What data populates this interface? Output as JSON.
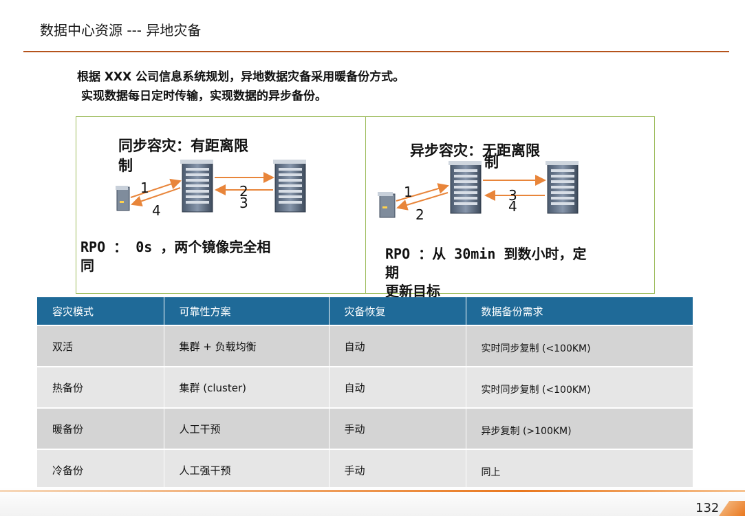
{
  "header": {
    "title": "数据中心资源 --- 异地灾备"
  },
  "intro": {
    "line1": "根据 XXX 公司信息系统规划，异地数据灾备采用暖备份方式。",
    "line2": "实现数据每日定时传输，实现数据的异步备份。"
  },
  "sync": {
    "heading_line1": "同步容灾：有距离限",
    "heading_line2": "制",
    "steps": [
      "1",
      "4",
      "2",
      "3"
    ],
    "rpo_line1": "RPO ： 0s ，两个镜像完全相",
    "rpo_line2": "同"
  },
  "async": {
    "heading_line1": "异步容灾：无距离限",
    "heading_line2": "制",
    "steps": [
      "1",
      "2",
      "3",
      "4"
    ],
    "rpo_line1": "RPO ：从 30min 到数小时，定",
    "rpo_line2": "期",
    "rpo_line3": "更新目标"
  },
  "table": {
    "headers": [
      "容灾模式",
      "可靠性方案",
      "灾备恢复",
      "数据备份需求"
    ],
    "rows": [
      [
        "双活",
        "集群 + 负载均衡",
        "自动",
        "实时同步复制 (<100KM)"
      ],
      [
        "热备份",
        "集群 (cluster)",
        "自动",
        "实时同步复制 (<100KM)"
      ],
      [
        "暖备份",
        "人工干预",
        "手动",
        "异步复制 (>100KM)"
      ],
      [
        "冷备份",
        "人工强干预",
        "手动",
        "同上"
      ]
    ]
  },
  "footer": {
    "page_number": "132"
  },
  "colors": {
    "accent": "#b5531c",
    "arrow": "#e8853a",
    "table_header": "#1f6a98",
    "box_border": "#9bbb59"
  }
}
